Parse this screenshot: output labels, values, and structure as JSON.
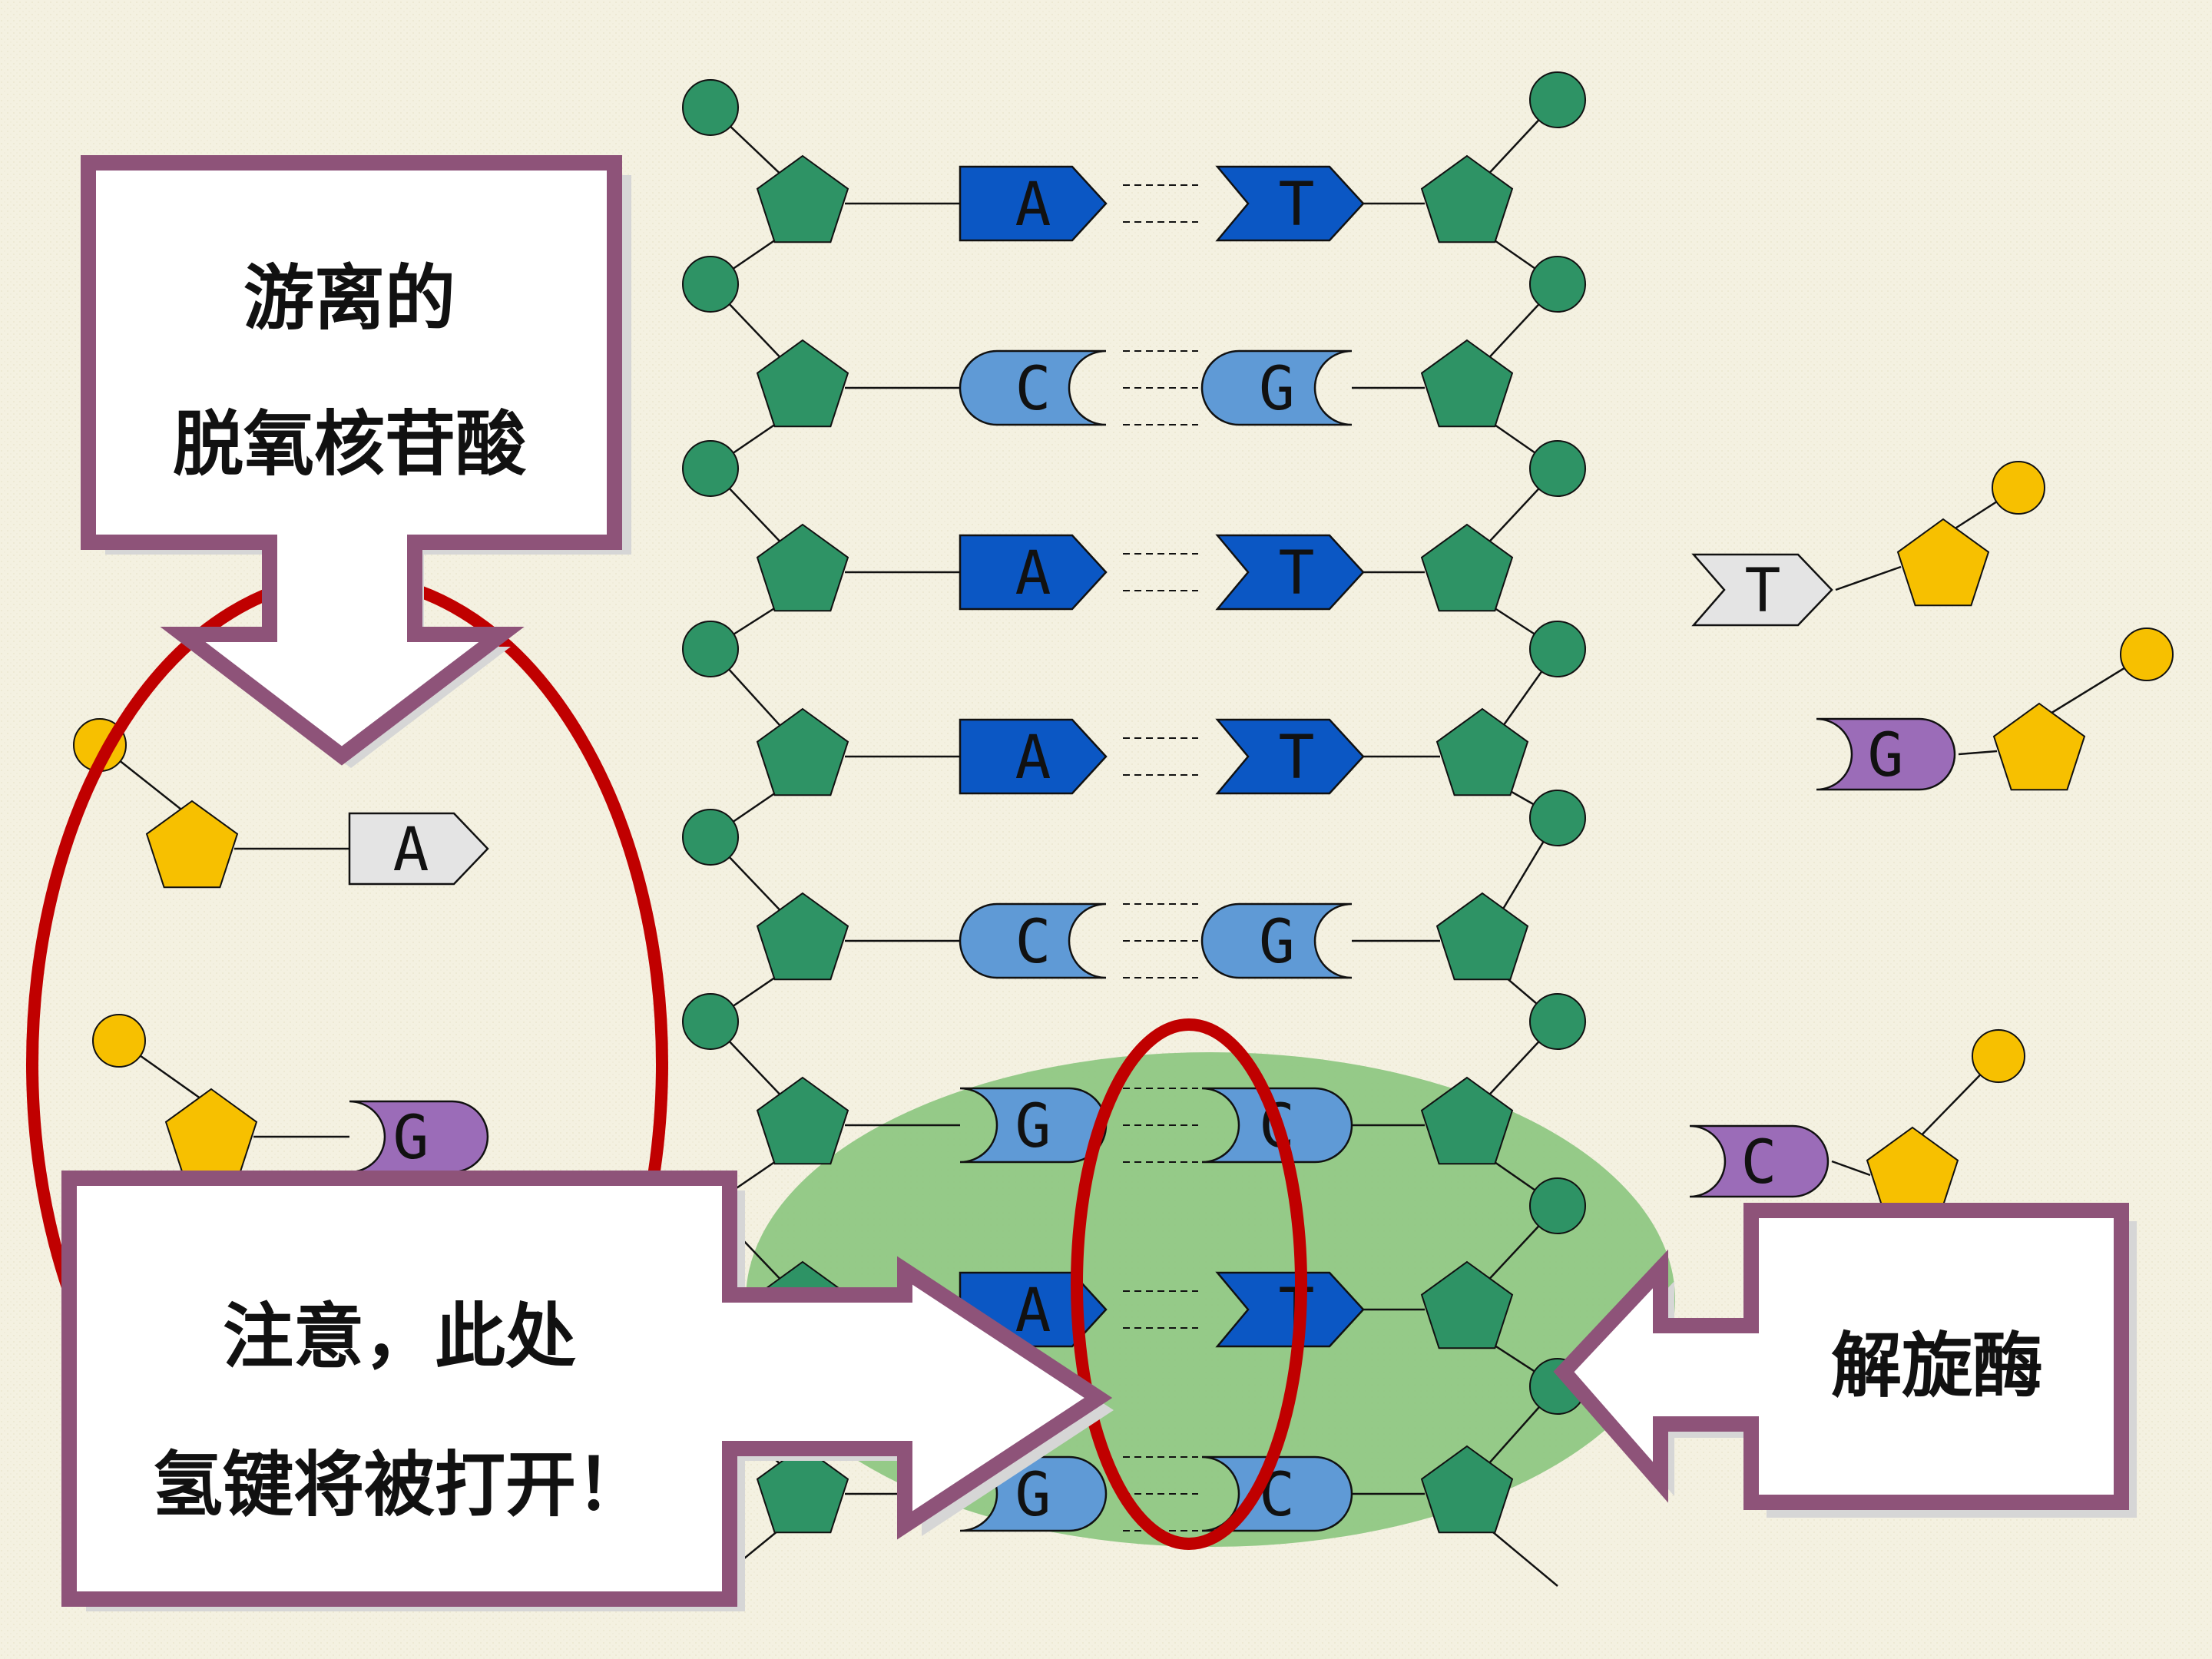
{
  "callouts": {
    "free_nucleotides": {
      "line1": "游离的",
      "line2": "脱氧核苷酸"
    },
    "hydrogen_bond": {
      "line1": "注意，此处",
      "line2": "氢键将被打开！"
    },
    "helicase": {
      "label": "解旋酶"
    }
  },
  "colors": {
    "background": "#f4f1e1",
    "sugar_dna": "#2e9365",
    "sugar_free": "#f7c000",
    "base_A_T": "#0b57c4",
    "base_C_G": "#5f9ad6",
    "free_base_AT": "#e4e4e4",
    "free_base_CG": "#9b6cb8",
    "highlight_ellipse": "#c00000",
    "unwinding_area": "#8bc57e",
    "callout_border": "#8e5379"
  },
  "dna_pairs": [
    {
      "left": "A",
      "right": "T"
    },
    {
      "left": "C",
      "right": "G"
    },
    {
      "left": "A",
      "right": "T"
    },
    {
      "left": "A",
      "right": "T"
    },
    {
      "left": "C",
      "right": "G"
    },
    {
      "left": "G",
      "right": "C"
    },
    {
      "left": "A",
      "right": "T"
    },
    {
      "left": "G",
      "right": "C"
    }
  ],
  "free_nucleotides": [
    {
      "base": "A"
    },
    {
      "base": "G"
    },
    {
      "base": "T"
    },
    {
      "base": "G"
    },
    {
      "base": "C"
    }
  ]
}
